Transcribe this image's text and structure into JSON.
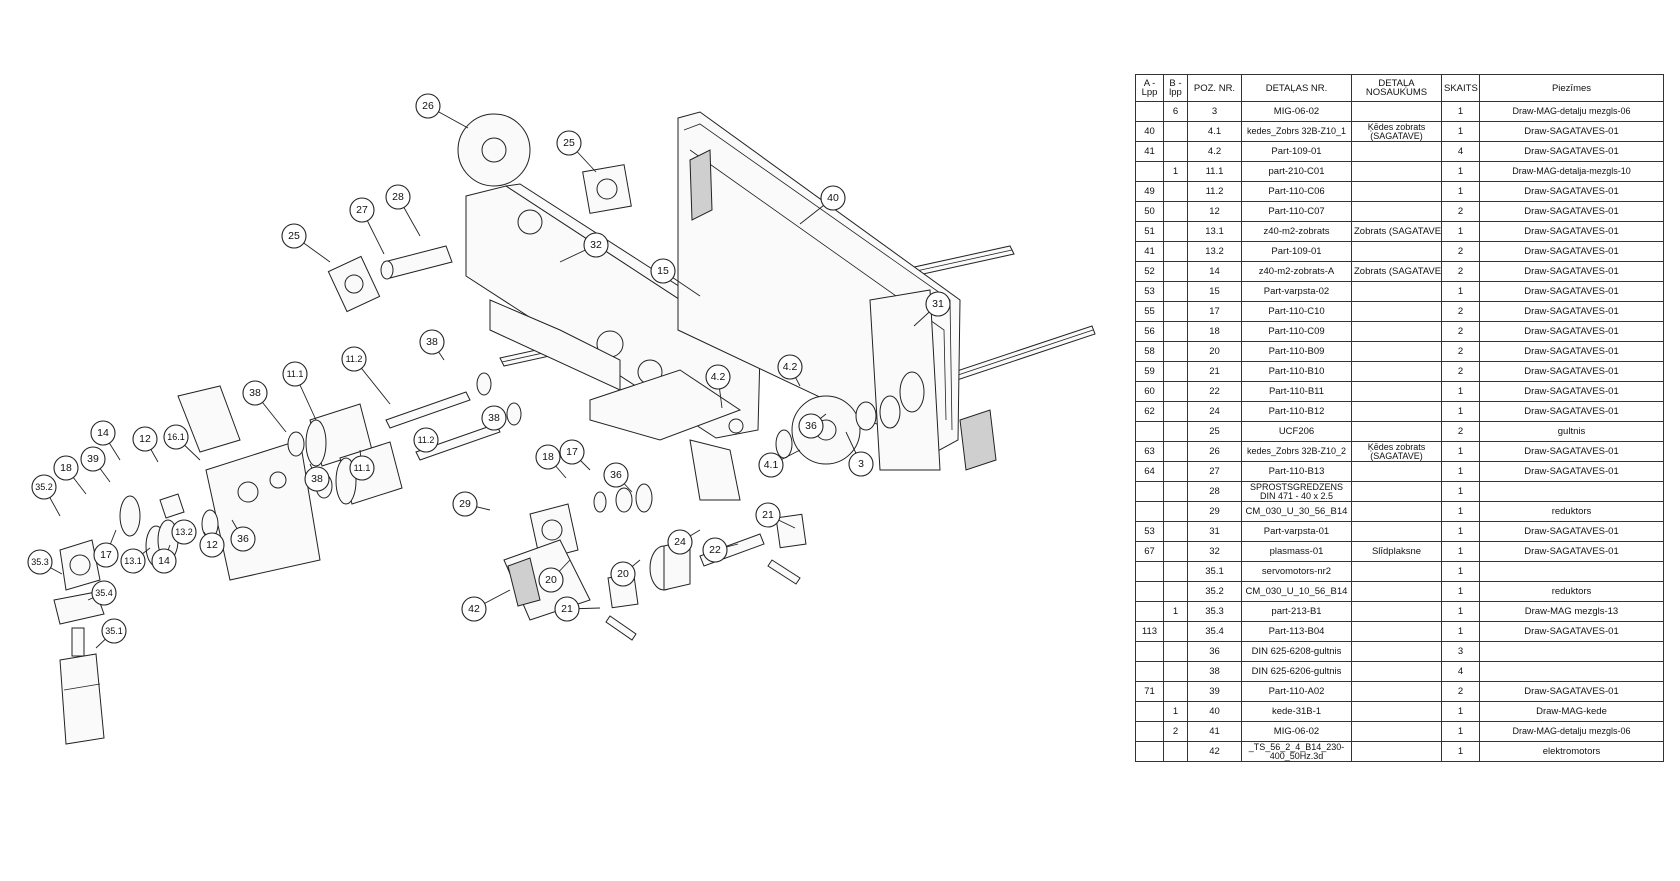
{
  "bom": {
    "headers": [
      "A - Lpp",
      "B - lpp",
      "POZ. NR.",
      "DETAĻAS NR.",
      "DETAĻA NOSAUKUMS",
      "SKAITS",
      "Piezīmes"
    ],
    "rows": [
      [
        "",
        "6",
        "3",
        "MIG-06-02",
        "",
        "1",
        "Draw-MAG-detalju mezgls-06"
      ],
      [
        "40",
        "",
        "4.1",
        "kedes_Zobrs 32B-Z10_1",
        "Ķēdes zobrats (SAGATAVE)",
        "1",
        "Draw-SAGATAVES-01"
      ],
      [
        "41",
        "",
        "4.2",
        "Part-109-01",
        "",
        "4",
        "Draw-SAGATAVES-01"
      ],
      [
        "",
        "1",
        "11.1",
        "part-210-C01",
        "",
        "1",
        "Draw-MAG-detalja-mezgls-10"
      ],
      [
        "49",
        "",
        "11.2",
        "Part-110-C06",
        "",
        "1",
        "Draw-SAGATAVES-01"
      ],
      [
        "50",
        "",
        "12",
        "Part-110-C07",
        "",
        "2",
        "Draw-SAGATAVES-01"
      ],
      [
        "51",
        "",
        "13.1",
        "z40-m2-zobrats",
        "Zobrats (SAGATAVE)",
        "1",
        "Draw-SAGATAVES-01"
      ],
      [
        "41",
        "",
        "13.2",
        "Part-109-01",
        "",
        "2",
        "Draw-SAGATAVES-01"
      ],
      [
        "52",
        "",
        "14",
        "z40-m2-zobrats-A",
        "Zobrats (SAGATAVE)",
        "2",
        "Draw-SAGATAVES-01"
      ],
      [
        "53",
        "",
        "15",
        "Part-varpsta-02",
        "",
        "1",
        "Draw-SAGATAVES-01"
      ],
      [
        "55",
        "",
        "17",
        "Part-110-C10",
        "",
        "2",
        "Draw-SAGATAVES-01"
      ],
      [
        "56",
        "",
        "18",
        "Part-110-C09",
        "",
        "2",
        "Draw-SAGATAVES-01"
      ],
      [
        "58",
        "",
        "20",
        "Part-110-B09",
        "",
        "2",
        "Draw-SAGATAVES-01"
      ],
      [
        "59",
        "",
        "21",
        "Part-110-B10",
        "",
        "2",
        "Draw-SAGATAVES-01"
      ],
      [
        "60",
        "",
        "22",
        "Part-110-B11",
        "",
        "1",
        "Draw-SAGATAVES-01"
      ],
      [
        "62",
        "",
        "24",
        "Part-110-B12",
        "",
        "1",
        "Draw-SAGATAVES-01"
      ],
      [
        "",
        "",
        "25",
        "UCF206",
        "",
        "2",
        "gultnis"
      ],
      [
        "63",
        "",
        "26",
        "kedes_Zobrs 32B-Z10_2",
        "Ķēdes zobrats (SAGATAVE)",
        "1",
        "Draw-SAGATAVES-01"
      ],
      [
        "64",
        "",
        "27",
        "Part-110-B13",
        "",
        "1",
        "Draw-SAGATAVES-01"
      ],
      [
        "",
        "",
        "28",
        "SPROSTSGREDZENS DIN 471 - 40 x 2.5",
        "",
        "1",
        ""
      ],
      [
        "",
        "",
        "29",
        "CM_030_U_30_56_B14",
        "",
        "1",
        "reduktors"
      ],
      [
        "53",
        "",
        "31",
        "Part-varpsta-01",
        "",
        "1",
        "Draw-SAGATAVES-01"
      ],
      [
        "67",
        "",
        "32",
        "plasmass-01",
        "Slīdplaksne",
        "1",
        "Draw-SAGATAVES-01"
      ],
      [
        "",
        "",
        "35.1",
        "servomotors-nr2",
        "",
        "1",
        ""
      ],
      [
        "",
        "",
        "35.2",
        "CM_030_U_10_56_B14",
        "",
        "1",
        "reduktors"
      ],
      [
        "",
        "1",
        "35.3",
        "part-213-B1",
        "",
        "1",
        "Draw-MAG mezgls-13"
      ],
      [
        "113",
        "",
        "35.4",
        "Part-113-B04",
        "",
        "1",
        "Draw-SAGATAVES-01"
      ],
      [
        "",
        "",
        "36",
        "DIN 625-6208-gultnis",
        "",
        "3",
        ""
      ],
      [
        "",
        "",
        "38",
        "DIN 625-6206-gultnis",
        "",
        "4",
        ""
      ],
      [
        "71",
        "",
        "39",
        "Part-110-A02",
        "",
        "2",
        "Draw-SAGATAVES-01"
      ],
      [
        "",
        "1",
        "40",
        "kede-31B-1",
        "",
        "1",
        "Draw-MAG-kede"
      ],
      [
        "",
        "2",
        "41",
        "MIG-06-02",
        "",
        "1",
        "Draw-MAG-detalju mezgls-06"
      ],
      [
        "",
        "",
        "42",
        "_TS_56_2_4_B14_230-400_50Hz.3d",
        "",
        "1",
        "elektromotors"
      ]
    ]
  },
  "balloons": [
    "26",
    "25",
    "28",
    "27",
    "25",
    "32",
    "40",
    "15",
    "31",
    "38",
    "11.2",
    "11.1",
    "38",
    "4.2",
    "4.2",
    "36",
    "3",
    "4.1",
    "16.1",
    "12",
    "14",
    "39",
    "18",
    "35.2",
    "13.2",
    "12",
    "36",
    "38",
    "11.1",
    "11.2",
    "38",
    "17",
    "13.1",
    "14",
    "18",
    "17",
    "36",
    "29",
    "20",
    "24",
    "21",
    "22",
    "20",
    "21",
    "42",
    "35.3",
    "35.4",
    "35.1"
  ]
}
